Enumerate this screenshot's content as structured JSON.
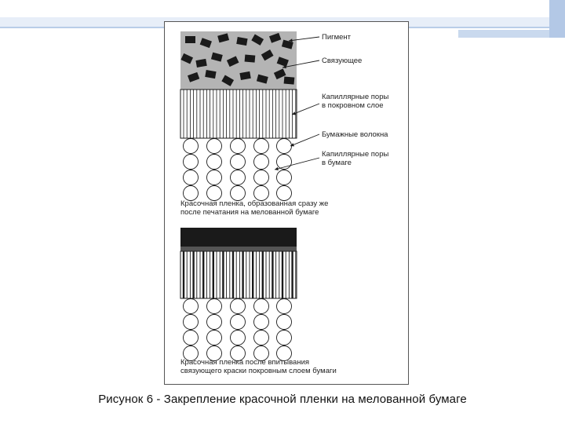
{
  "figure": {
    "upper_labels": {
      "pigment": "Пигмент",
      "binder": "Связующее",
      "capillary_pores_coating": "Капиллярные поры\nв покровном слое",
      "paper_fibers": "Бумажные волокна",
      "capillary_pores_paper": "Капиллярные поры\nв бумаге"
    },
    "upper_caption": "Красочная пленка, образованная сразу же\nпосле печатания на мелованной бумаге",
    "lower_caption": "Красочная пленка после впитывания\nсвязующего краски покровным слоем бумаги"
  },
  "caption": "Рисунок 6  - Закрепление красочной пленки на мелованной бумаге",
  "colors": {
    "accent": "#a9c3e3",
    "accent_light": "#cfdff0",
    "ink": "#1a1a1a",
    "binder_gray": "#b4b4b4"
  }
}
